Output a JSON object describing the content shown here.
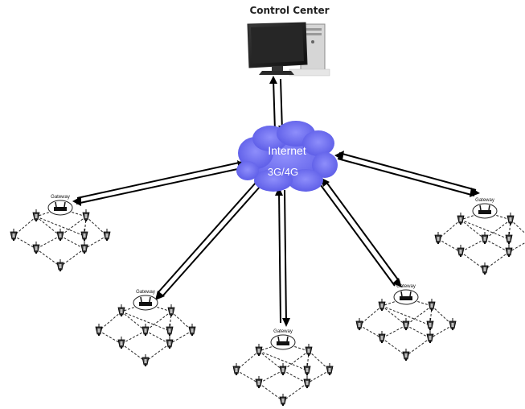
{
  "control_center": {
    "label": "Control Center"
  },
  "cloud": {
    "line1": "Internet",
    "line2": "3G/4G",
    "color": "#6a6af2"
  },
  "gateway_label": "Gateway",
  "clusters": [
    {
      "id": "left"
    },
    {
      "id": "lower-left"
    },
    {
      "id": "bottom-center"
    },
    {
      "id": "lower-right"
    },
    {
      "id": "right"
    }
  ]
}
